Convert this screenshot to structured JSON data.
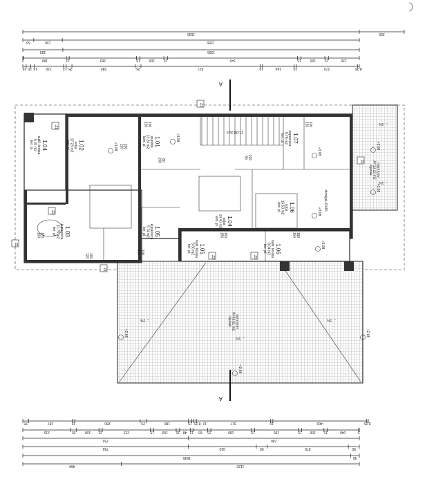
{
  "drawing": {
    "section_marker": "A",
    "dims_top": [
      {
        "values": [
          "1535",
          "205"
        ],
        "weights": [
          1535,
          205
        ]
      },
      {
        "values": [
          "50",
          "130",
          "1355"
        ],
        "weights": [
          50,
          130,
          1355
        ]
      },
      {
        "values": [
          "183",
          "1355"
        ],
        "weights": [
          183,
          1355
        ]
      },
      {
        "values": [
          "3",
          "180",
          "12",
          "283",
          "15",
          "100",
          "15",
          "547",
          "15",
          "100",
          "15",
          "130"
        ],
        "weights": [
          3,
          180,
          12,
          283,
          15,
          100,
          15,
          547,
          15,
          100,
          15,
          130
        ]
      },
      {
        "values": [
          "15",
          "20",
          "15",
          "130",
          "12",
          "25",
          "280",
          "25",
          "527",
          "10",
          "140",
          "10",
          "270",
          "8.25"
        ],
        "weights": [
          15,
          20,
          15,
          130,
          12,
          25,
          280,
          25,
          527,
          10,
          140,
          10,
          270,
          8
        ]
      }
    ],
    "dims_bottom": [
      {
        "values": [
          "25",
          "187",
          "10",
          "280",
          "25",
          "180",
          "15",
          "8.25",
          "12",
          "317",
          "10",
          "400",
          "8.25"
        ],
        "weights": [
          25,
          187,
          10,
          280,
          25,
          180,
          15,
          8,
          12,
          317,
          10,
          400,
          8
        ]
      },
      {
        "values": [
          "215",
          "25",
          "100",
          "15",
          "215",
          "15",
          "100",
          "15",
          "48",
          "12",
          "65",
          "15",
          "180",
          "15",
          "195",
          "15",
          "100",
          "15",
          "140",
          "3"
        ],
        "weights": [
          215,
          25,
          100,
          15,
          215,
          15,
          100,
          15,
          48,
          12,
          65,
          15,
          180,
          15,
          195,
          15,
          100,
          15,
          140,
          3
        ]
      },
      {
        "values": [
          "755",
          "780"
        ],
        "weights": [
          755,
          780
        ]
      },
      {
        "values": [
          "755",
          "310",
          "50",
          "370",
          "50"
        ],
        "weights": [
          755,
          310,
          50,
          370,
          50
        ]
      },
      {
        "values": [
          "1535",
          "40"
        ],
        "weights": [
          1535,
          40
        ]
      },
      {
        "values": [
          "464",
          "1120"
        ],
        "weights": [
          464,
          1120
        ]
      }
    ],
    "rooms": [
      {
        "num": "1.01",
        "name": "stubište",
        "area": "13.24 m2",
        "floor": "lam. pl."
      },
      {
        "num": "1.02",
        "name": "soba",
        "area": "17.23 m2",
        "floor": "lam. pl."
      },
      {
        "num": "1.03",
        "name": "kupaonica",
        "area": "11.75 m2",
        "floor": "ker. pl."
      },
      {
        "num": "1.04",
        "name": "sušil. terasa",
        "area": "5.31 m2",
        "floor": "ker. pl."
      },
      {
        "num": "1.04",
        "name": "soba",
        "area": "14.40 m2",
        "floor": "lam. pl."
      },
      {
        "num": "1.05",
        "name": "kupaonica",
        "area": "5.74 m2",
        "floor": "ker. pl."
      },
      {
        "num": "1.06",
        "name": "soba",
        "area": "15.53 m2",
        "floor": "lam. pl."
      },
      {
        "num": "1.07",
        "name": "kupaonica",
        "area": "5.75 m2",
        "floor": "ker. pl."
      },
      {
        "num": "1.05",
        "name": "natk. terasa",
        "area": "5.60 m2",
        "floor": "ker. pl."
      },
      {
        "num": "1.06",
        "name": "natk. terasa",
        "area": "8.04 m2",
        "floor": "ker. pl."
      }
    ],
    "roof_main": {
      "name": "ravni krov",
      "area": "43.61 m2",
      "finish": "šljunak"
    },
    "roof_side": {
      "name": "ravni krov",
      "area": "13.22 m2",
      "finish": "šljunak"
    },
    "stair": "17x18,3cm",
    "chimney": "dimnjak 40/40",
    "levels": {
      "floor": "+3.08",
      "roof": "+2.68"
    },
    "slope": "1%",
    "tags": [
      "Z1",
      "Z2"
    ],
    "openings": [
      "100",
      "120",
      "220",
      "90",
      "80",
      "200",
      "160",
      "150",
      "130",
      "280"
    ]
  }
}
